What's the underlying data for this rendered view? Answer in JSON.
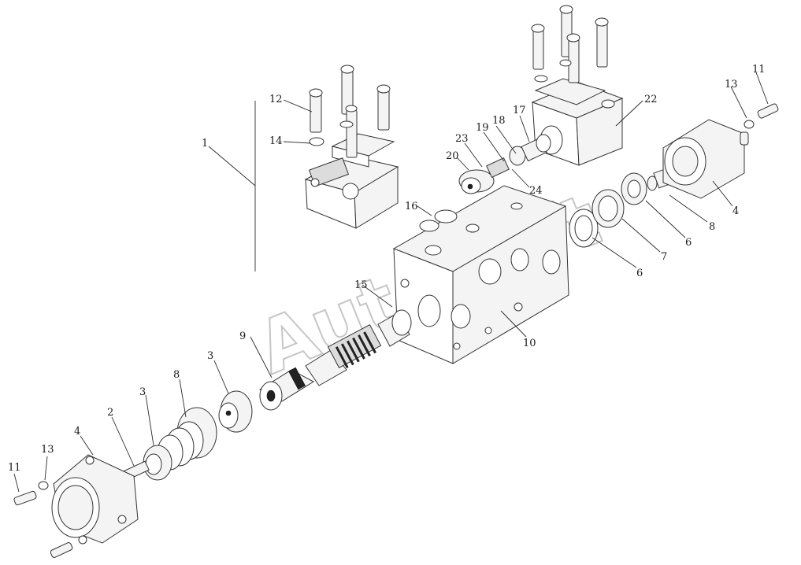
{
  "watermark": "AutoSoft",
  "callouts": {
    "c1": "1",
    "c2": "2",
    "c3a": "3",
    "c3b": "3",
    "c4a": "4",
    "c4b": "4",
    "c6a": "6",
    "c6b": "6",
    "c7": "7",
    "c8a": "8",
    "c8b": "8",
    "c9": "9",
    "c10": "10",
    "c11a": "11",
    "c11b": "11",
    "c12": "12",
    "c13a": "13",
    "c13b": "13",
    "c14": "14",
    "c15": "15",
    "c16": "16",
    "c17": "17",
    "c18": "18",
    "c19": "19",
    "c20": "20",
    "c22": "22",
    "c23": "23",
    "c24": "24"
  }
}
